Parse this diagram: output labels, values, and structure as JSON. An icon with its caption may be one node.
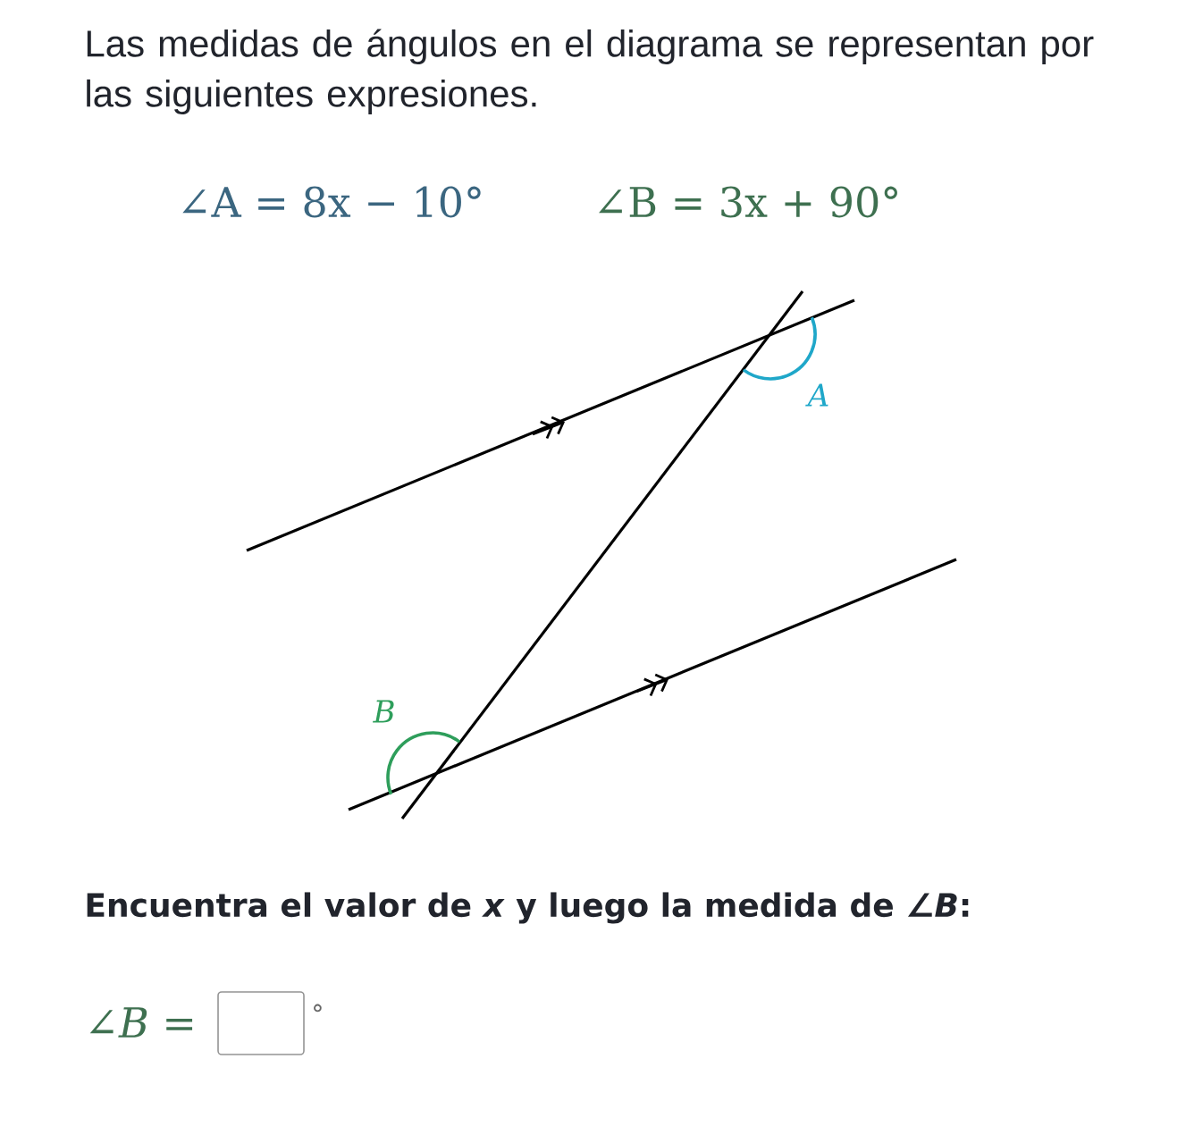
{
  "diagram": {
    "labels": [
      "Las medidas de ángulos en el diagrama se representan por las siguientes expresiones.",
      "∠A = 8x − 10°",
      "∠B = 3x + 90°",
      "A",
      "B",
      "Encuentra el valor de *x* y luego la medida de ∠*B*:",
      "∠*B* =",
      "°"
    ]
  }
}
